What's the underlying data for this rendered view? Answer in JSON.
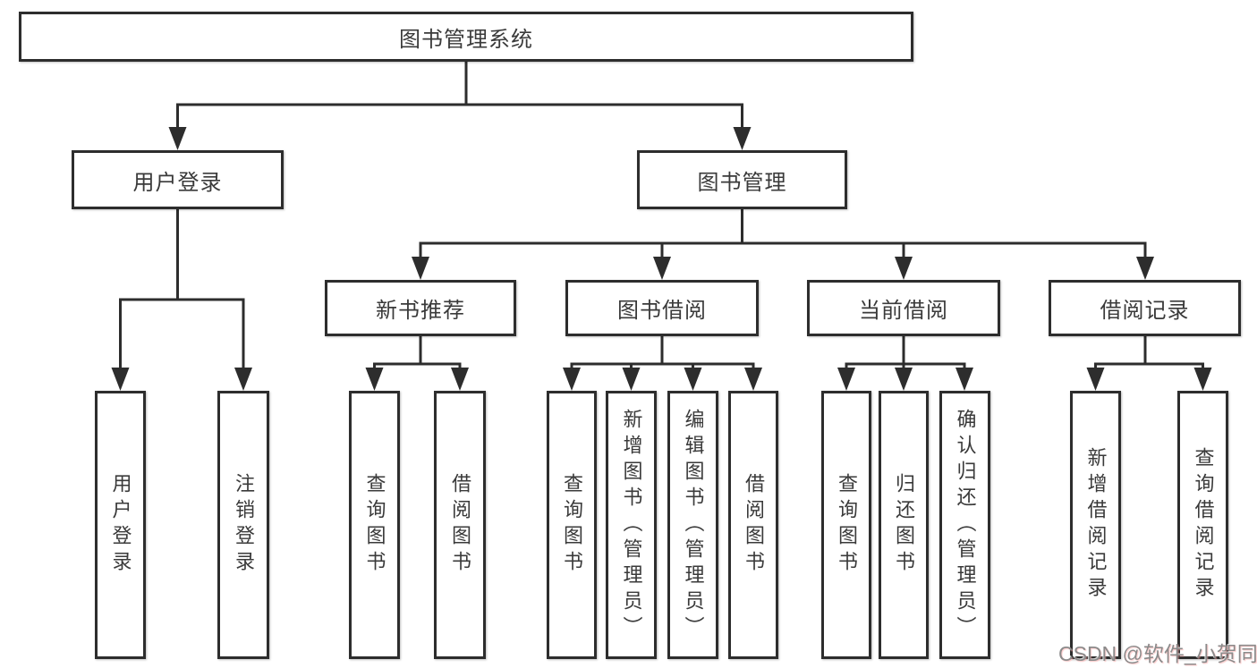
{
  "tree": {
    "root": "图书管理系统",
    "children": [
      {
        "label": "用户登录",
        "children": [
          "用户登录",
          "注销登录"
        ]
      },
      {
        "label": "图书管理",
        "children": [
          {
            "label": "新书推荐",
            "children": [
              "查询图书",
              "借阅图书"
            ]
          },
          {
            "label": "图书借阅",
            "children": [
              "查询图书",
              "新增图书（管理员）",
              "编辑图书（管理员）",
              "借阅图书"
            ]
          },
          {
            "label": "当前借阅",
            "children": [
              "查询图书",
              "归还图书",
              "确认归还（管理员）"
            ]
          },
          {
            "label": "借阅记录",
            "children": [
              "新增借阅记录",
              "查询借阅记录"
            ]
          }
        ]
      }
    ]
  },
  "watermark": {
    "text": "CSDN @软件_小贺同学"
  },
  "colors": {
    "line": "#2d2d2d",
    "node_border": "#2d2d2d",
    "node_text": "#3a3a3a",
    "background": "#ffffff",
    "watermark_text": "#8b8b8b"
  }
}
